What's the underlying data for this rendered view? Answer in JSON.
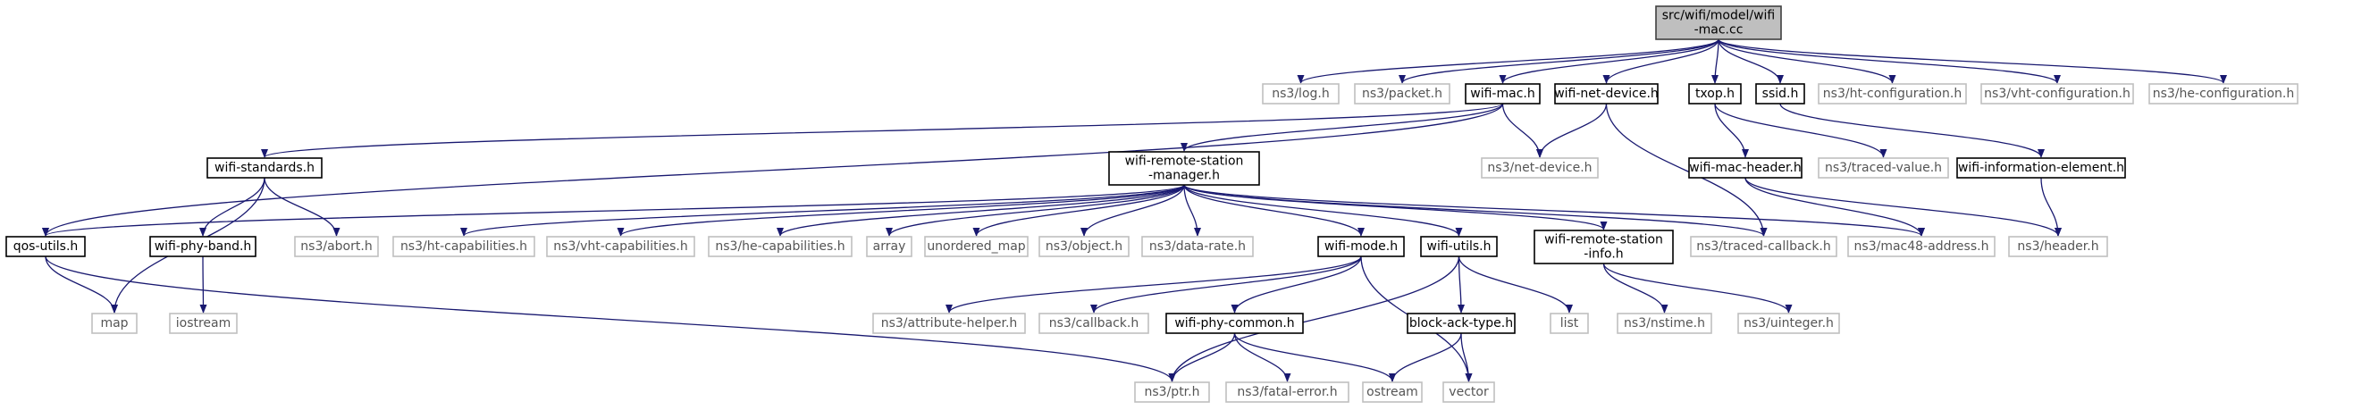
{
  "graph": {
    "nodes": [
      {
        "id": "root",
        "lines": [
          "src/wifi/model/wifi",
          "-mac.cc"
        ],
        "kind": "root"
      },
      {
        "id": "log",
        "lines": [
          "ns3/log.h"
        ],
        "kind": "external"
      },
      {
        "id": "packet",
        "lines": [
          "ns3/packet.h"
        ],
        "kind": "external"
      },
      {
        "id": "wifimac",
        "lines": [
          "wifi-mac.h"
        ],
        "kind": "internal"
      },
      {
        "id": "wifinetdev",
        "lines": [
          "wifi-net-device.h"
        ],
        "kind": "internal"
      },
      {
        "id": "txop",
        "lines": [
          "txop.h"
        ],
        "kind": "internal"
      },
      {
        "id": "ssid",
        "lines": [
          "ssid.h"
        ],
        "kind": "internal"
      },
      {
        "id": "htconf",
        "lines": [
          "ns3/ht-configuration.h"
        ],
        "kind": "external"
      },
      {
        "id": "vhtconf",
        "lines": [
          "ns3/vht-configuration.h"
        ],
        "kind": "external"
      },
      {
        "id": "heconf",
        "lines": [
          "ns3/he-configuration.h"
        ],
        "kind": "external"
      },
      {
        "id": "wifistd",
        "lines": [
          "wifi-standards.h"
        ],
        "kind": "internal"
      },
      {
        "id": "rsm",
        "lines": [
          "wifi-remote-station",
          "-manager.h"
        ],
        "kind": "internal"
      },
      {
        "id": "netdev",
        "lines": [
          "ns3/net-device.h"
        ],
        "kind": "external"
      },
      {
        "id": "wifimachdr",
        "lines": [
          "wifi-mac-header.h"
        ],
        "kind": "internal"
      },
      {
        "id": "tracedval",
        "lines": [
          "ns3/traced-value.h"
        ],
        "kind": "external"
      },
      {
        "id": "wifiie",
        "lines": [
          "wifi-information-element.h"
        ],
        "kind": "internal"
      },
      {
        "id": "qos",
        "lines": [
          "qos-utils.h"
        ],
        "kind": "internal"
      },
      {
        "id": "phyband",
        "lines": [
          "wifi-phy-band.h"
        ],
        "kind": "internal"
      },
      {
        "id": "abort",
        "lines": [
          "ns3/abort.h"
        ],
        "kind": "external"
      },
      {
        "id": "htcap",
        "lines": [
          "ns3/ht-capabilities.h"
        ],
        "kind": "external"
      },
      {
        "id": "vhtcap",
        "lines": [
          "ns3/vht-capabilities.h"
        ],
        "kind": "external"
      },
      {
        "id": "hecap",
        "lines": [
          "ns3/he-capabilities.h"
        ],
        "kind": "external"
      },
      {
        "id": "array",
        "lines": [
          "array"
        ],
        "kind": "external"
      },
      {
        "id": "umap",
        "lines": [
          "unordered_map"
        ],
        "kind": "external"
      },
      {
        "id": "object",
        "lines": [
          "ns3/object.h"
        ],
        "kind": "external"
      },
      {
        "id": "datarate",
        "lines": [
          "ns3/data-rate.h"
        ],
        "kind": "external"
      },
      {
        "id": "wifimode",
        "lines": [
          "wifi-mode.h"
        ],
        "kind": "internal"
      },
      {
        "id": "wifiutils",
        "lines": [
          "wifi-utils.h"
        ],
        "kind": "internal"
      },
      {
        "id": "rsinfo",
        "lines": [
          "wifi-remote-station",
          "-info.h"
        ],
        "kind": "internal"
      },
      {
        "id": "tracedcb",
        "lines": [
          "ns3/traced-callback.h"
        ],
        "kind": "external"
      },
      {
        "id": "mac48",
        "lines": [
          "ns3/mac48-address.h"
        ],
        "kind": "external"
      },
      {
        "id": "header",
        "lines": [
          "ns3/header.h"
        ],
        "kind": "external"
      },
      {
        "id": "map",
        "lines": [
          "map"
        ],
        "kind": "external"
      },
      {
        "id": "iostream",
        "lines": [
          "iostream"
        ],
        "kind": "external"
      },
      {
        "id": "attrhelper",
        "lines": [
          "ns3/attribute-helper.h"
        ],
        "kind": "external"
      },
      {
        "id": "callback",
        "lines": [
          "ns3/callback.h"
        ],
        "kind": "external"
      },
      {
        "id": "phycommon",
        "lines": [
          "wifi-phy-common.h"
        ],
        "kind": "internal"
      },
      {
        "id": "blockack",
        "lines": [
          "block-ack-type.h"
        ],
        "kind": "internal"
      },
      {
        "id": "list",
        "lines": [
          "list"
        ],
        "kind": "external"
      },
      {
        "id": "nstime",
        "lines": [
          "ns3/nstime.h"
        ],
        "kind": "external"
      },
      {
        "id": "uinteger",
        "lines": [
          "ns3/uinteger.h"
        ],
        "kind": "external"
      },
      {
        "id": "ptr",
        "lines": [
          "ns3/ptr.h"
        ],
        "kind": "external"
      },
      {
        "id": "fatal",
        "lines": [
          "ns3/fatal-error.h"
        ],
        "kind": "external"
      },
      {
        "id": "ostream",
        "lines": [
          "ostream"
        ],
        "kind": "external"
      },
      {
        "id": "vector",
        "lines": [
          "vector"
        ],
        "kind": "external"
      }
    ],
    "edges": [
      [
        "root",
        "log"
      ],
      [
        "root",
        "packet"
      ],
      [
        "root",
        "wifimac"
      ],
      [
        "root",
        "wifinetdev"
      ],
      [
        "root",
        "txop"
      ],
      [
        "root",
        "ssid"
      ],
      [
        "root",
        "htconf"
      ],
      [
        "root",
        "vhtconf"
      ],
      [
        "root",
        "heconf"
      ],
      [
        "wifimac",
        "wifistd"
      ],
      [
        "wifimac",
        "rsm"
      ],
      [
        "wifimac",
        "netdev"
      ],
      [
        "wifimac",
        "qos"
      ],
      [
        "wifinetdev",
        "netdev"
      ],
      [
        "wifinetdev",
        "tracedcb"
      ],
      [
        "txop",
        "wifimachdr"
      ],
      [
        "txop",
        "tracedval"
      ],
      [
        "ssid",
        "wifiie"
      ],
      [
        "wifiie",
        "header"
      ],
      [
        "wifimachdr",
        "header"
      ],
      [
        "wifimachdr",
        "mac48"
      ],
      [
        "wifistd",
        "map"
      ],
      [
        "wifistd",
        "phyband"
      ],
      [
        "wifistd",
        "abort"
      ],
      [
        "phyband",
        "iostream"
      ],
      [
        "rsm",
        "qos"
      ],
      [
        "rsm",
        "htcap"
      ],
      [
        "rsm",
        "vhtcap"
      ],
      [
        "rsm",
        "hecap"
      ],
      [
        "rsm",
        "array"
      ],
      [
        "rsm",
        "umap"
      ],
      [
        "rsm",
        "object"
      ],
      [
        "rsm",
        "datarate"
      ],
      [
        "rsm",
        "wifimode"
      ],
      [
        "rsm",
        "wifiutils"
      ],
      [
        "rsm",
        "rsinfo"
      ],
      [
        "rsm",
        "tracedcb"
      ],
      [
        "rsm",
        "mac48"
      ],
      [
        "qos",
        "map"
      ],
      [
        "qos",
        "ptr"
      ],
      [
        "wifimode",
        "attrhelper"
      ],
      [
        "wifimode",
        "callback"
      ],
      [
        "wifimode",
        "phycommon"
      ],
      [
        "wifimode",
        "vector"
      ],
      [
        "wifiutils",
        "ptr"
      ],
      [
        "wifiutils",
        "list"
      ],
      [
        "wifiutils",
        "blockack"
      ],
      [
        "rsinfo",
        "nstime"
      ],
      [
        "rsinfo",
        "uinteger"
      ],
      [
        "phycommon",
        "ptr"
      ],
      [
        "phycommon",
        "fatal"
      ],
      [
        "phycommon",
        "ostream"
      ],
      [
        "blockack",
        "ostream"
      ],
      [
        "blockack",
        "vector"
      ]
    ]
  }
}
